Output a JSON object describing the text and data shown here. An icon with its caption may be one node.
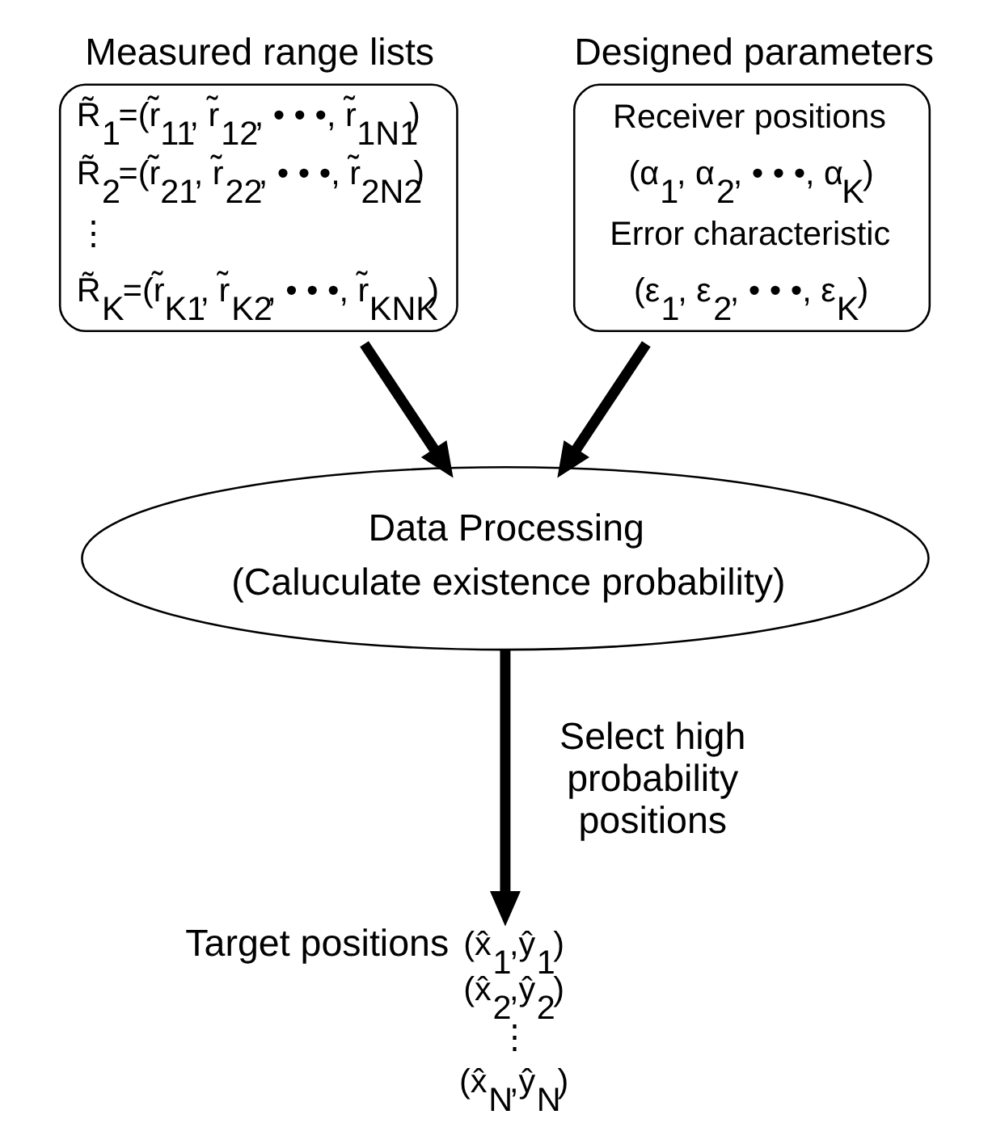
{
  "diagram": {
    "nodes": [
      {
        "text": [
          "Measured range lists",
          "R̃$_{1}$=(r̃$_{11}$, r̃$_{12}$, • • •, r̃$_{1N1}$)",
          "R̃$_{2}$=(r̃$_{21}$, r̃$_{22}$, • • •, r̃$_{2N2}$)",
          "⋮",
          "R̃$_{K}$=(r̃$_{K1}$, r̃$_{K2}$, • • •, r̃$_{KNK}$)"
        ]
      },
      {
        "text": [
          "Designed parameters",
          "Receiver positions",
          "(α$_{1}$, α$_{2}$, • • •, α$_{K}$)",
          "Error characteristic",
          "(ε$_{1}$, ε$_{2}$, • • •, ε$_{K}$)"
        ]
      },
      {
        "text": [
          "Data Processing",
          "(Caluculate existence probability)"
        ]
      },
      {
        "text": [
          "(x̂$_{1}$,ŷ$_{1}$)",
          "(x̂$_{2}$,ŷ$_{2}$)",
          "⋮",
          "(x̂$_{N}$,ŷ$_{N}$)"
        ],
        "beside": [
          "Target positions"
        ]
      }
    ],
    "edges": [
      {
        "from": 0,
        "to": 2,
        "arrow": "to"
      },
      {
        "from": 1,
        "to": 2,
        "arrow": "to"
      },
      {
        "from": 2,
        "to": 3,
        "arrow": "to",
        "label": "Select high probability positions"
      }
    ]
  }
}
